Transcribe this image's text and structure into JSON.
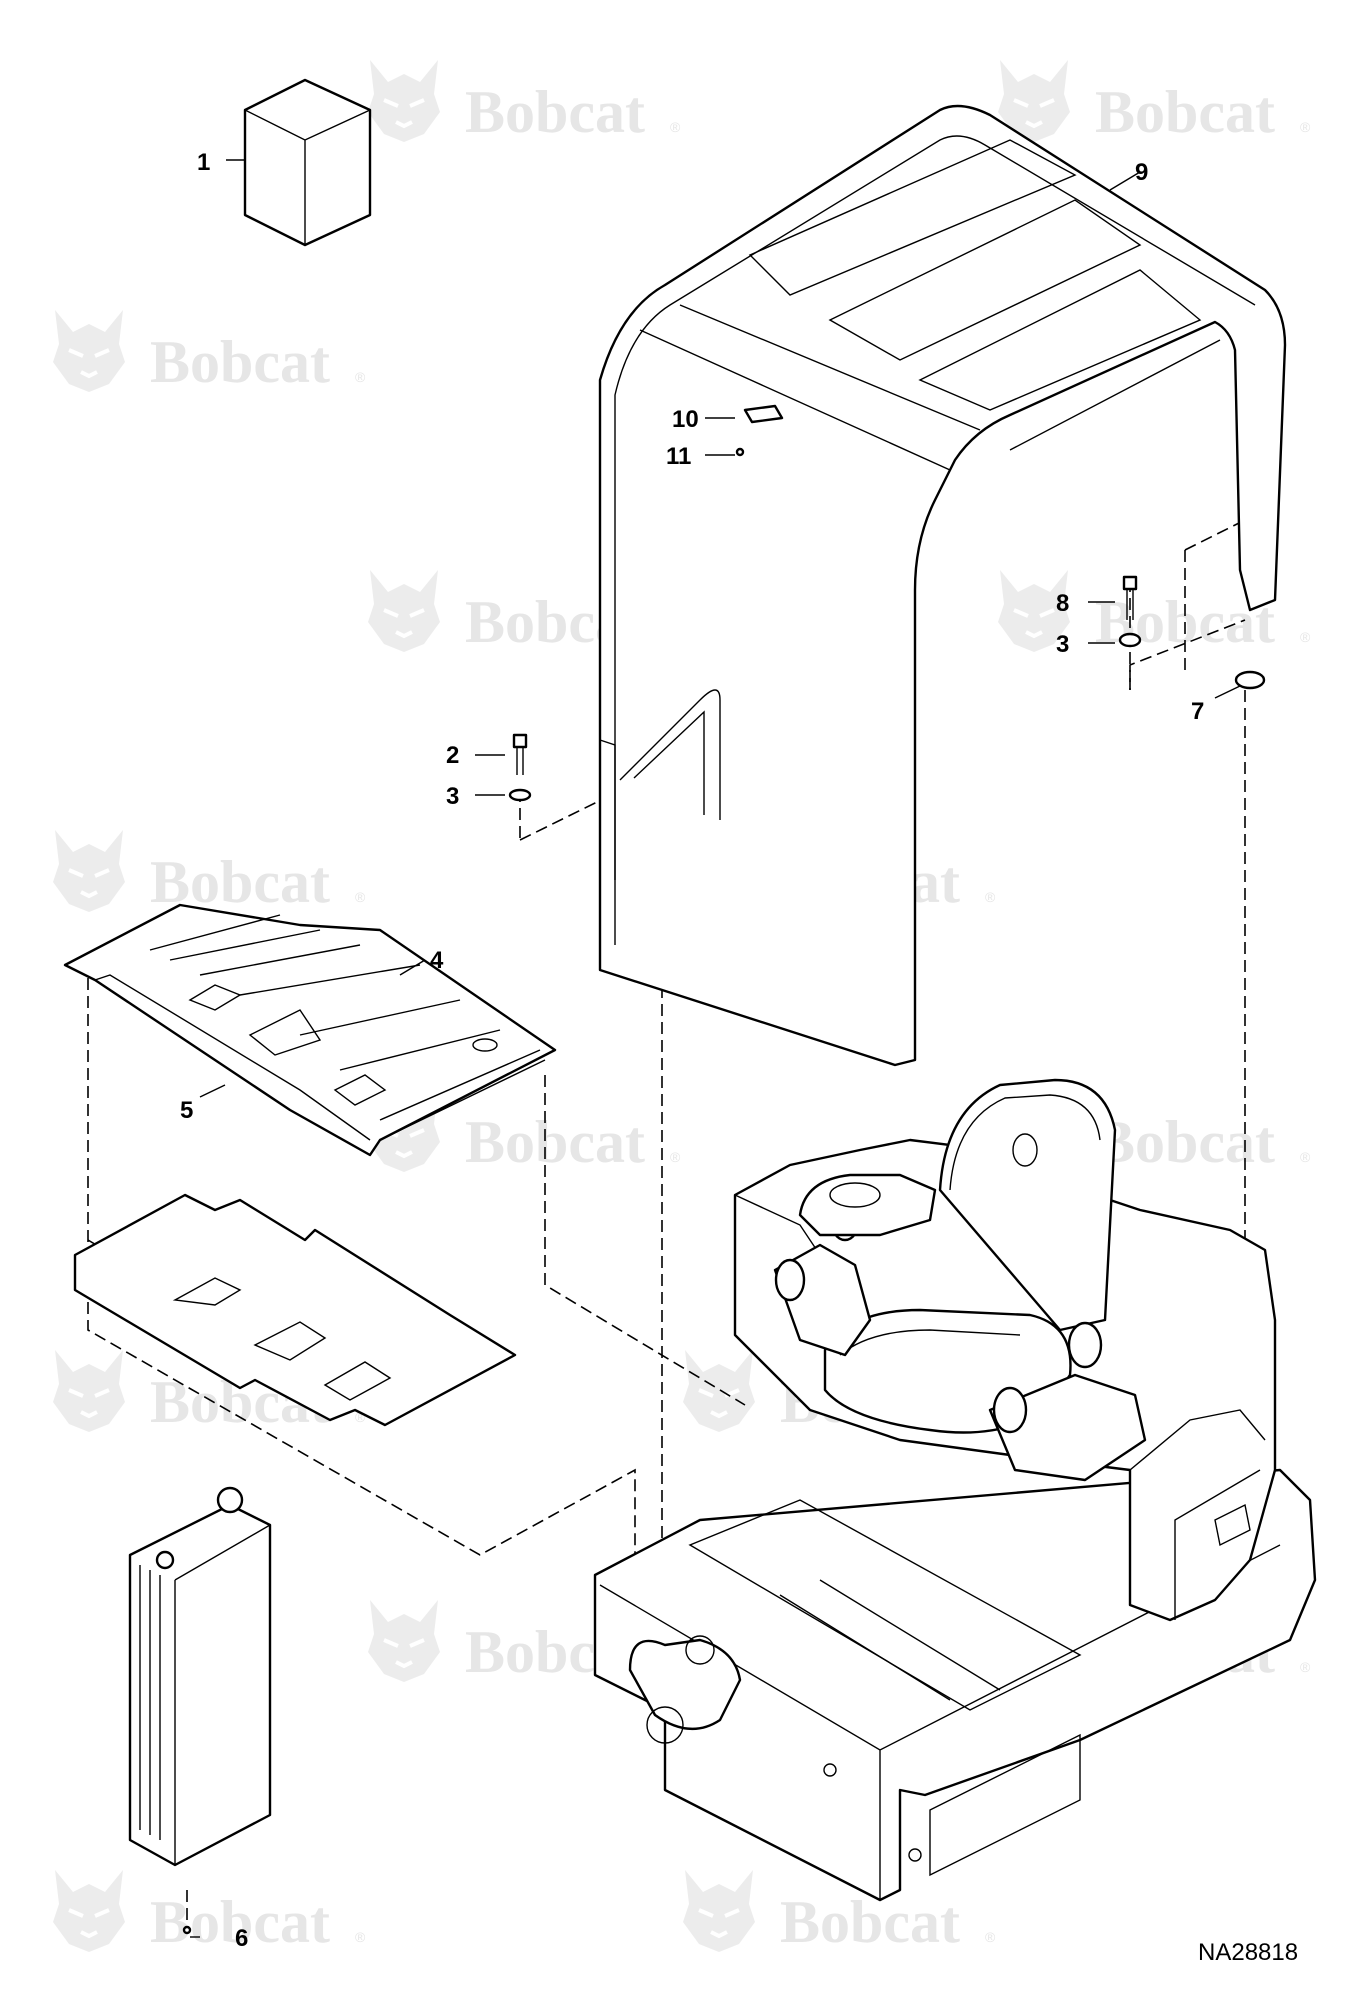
{
  "drawing": {
    "watermark_brand": "Bobcat",
    "watermark_mark": "®",
    "reference_number": "NA28818"
  },
  "callouts": [
    {
      "id": "1",
      "label": "1"
    },
    {
      "id": "2",
      "label": "2"
    },
    {
      "id": "3a",
      "label": "3"
    },
    {
      "id": "3b",
      "label": "3"
    },
    {
      "id": "4",
      "label": "4"
    },
    {
      "id": "5",
      "label": "5"
    },
    {
      "id": "6",
      "label": "6"
    },
    {
      "id": "7",
      "label": "7"
    },
    {
      "id": "8",
      "label": "8"
    },
    {
      "id": "9",
      "label": "9"
    },
    {
      "id": "10",
      "label": "10"
    },
    {
      "id": "11",
      "label": "11"
    }
  ]
}
